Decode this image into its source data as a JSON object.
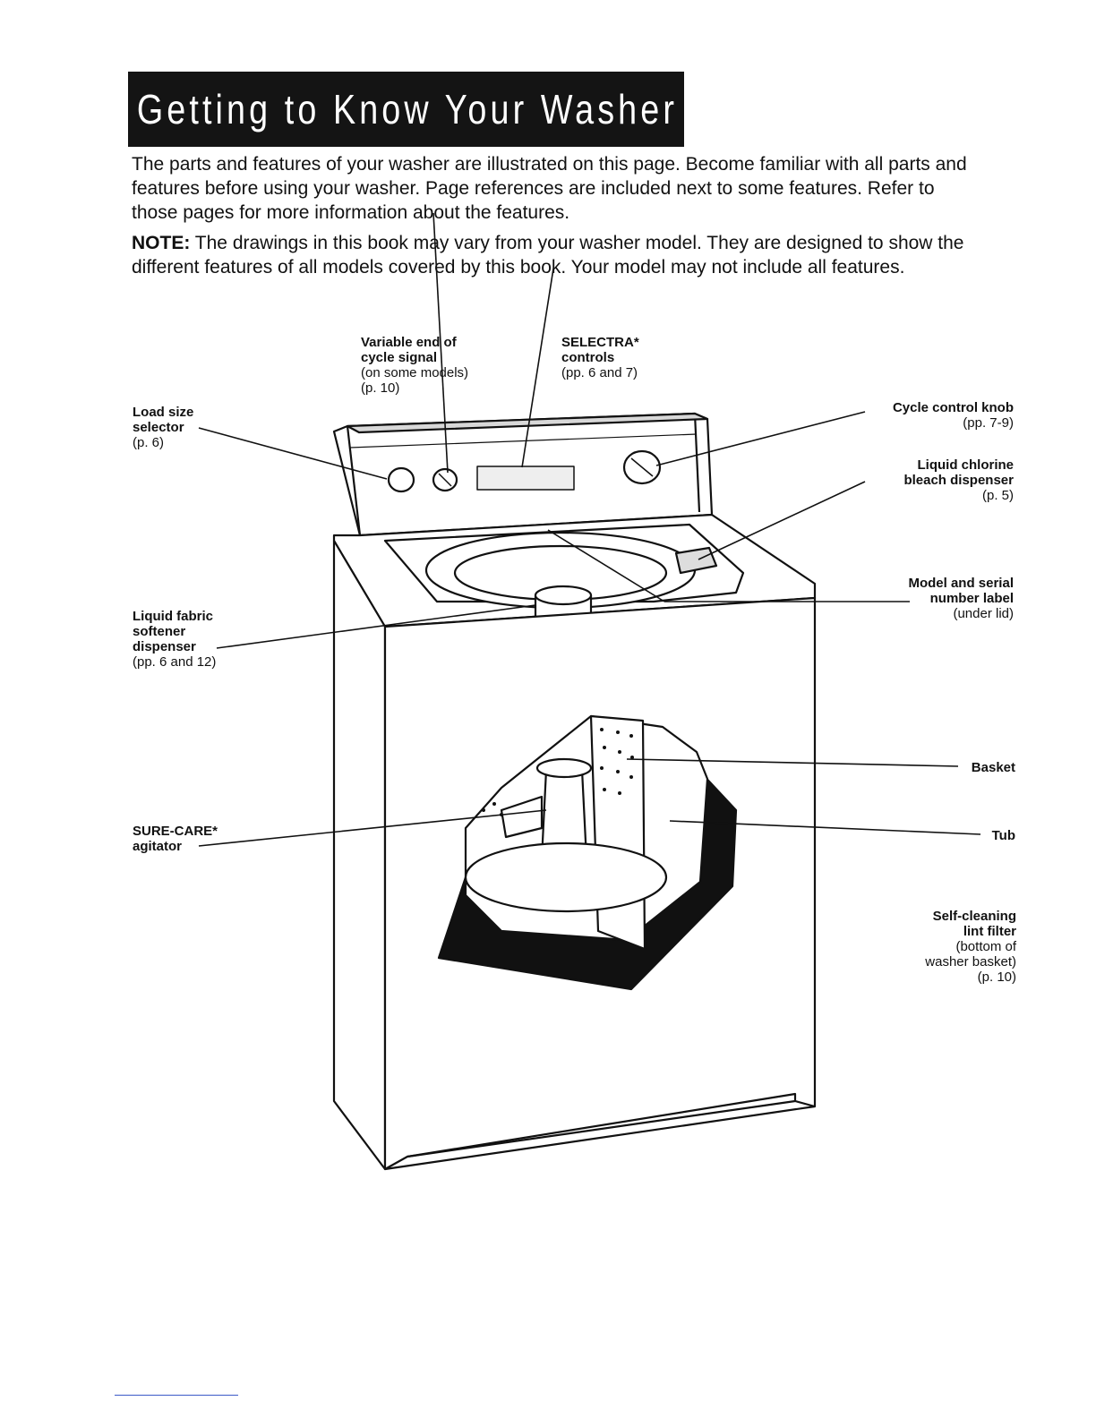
{
  "title": "Getting to Know Your Washer",
  "intro": "The parts and features of your washer are illustrated on this page. Become familiar with all parts and features before using your washer. Page references are included next to some features. Refer to those pages for more information about the features.",
  "note": {
    "label": "NOTE:",
    "text": "The drawings in this book may vary from your washer model. They are designed to show the different features of all models covered by this book. Your model may not include all features."
  },
  "labels": {
    "variable_signal": {
      "l1": "Variable end of",
      "l2": "cycle signal",
      "l3": "(on some models)",
      "l4": "(p. 10)"
    },
    "selectra": {
      "l1": "SELECTRA*",
      "l2": "controls",
      "l3": "(pp. 6 and 7)"
    },
    "load_size": {
      "l1": "Load size",
      "l2": "selector",
      "l3": "(p. 6)"
    },
    "cycle_knob": {
      "l1": "Cycle control knob",
      "l2": "(pp. 7-9)"
    },
    "bleach": {
      "l1": "Liquid chlorine",
      "l2": "bleach dispenser",
      "l3": "(p. 5)"
    },
    "model_serial": {
      "l1": "Model and serial",
      "l2": "number label",
      "l3": "(under lid)"
    },
    "softener": {
      "l1": "Liquid fabric",
      "l2": "softener",
      "l3": "dispenser",
      "l4": "(pp. 6 and 12)"
    },
    "basket": {
      "l1": "Basket"
    },
    "tub": {
      "l1": "Tub"
    },
    "agitator": {
      "l1": "SURE-CARE*",
      "l2": "agitator"
    },
    "lint_filter": {
      "l1": "Self-cleaning",
      "l2": "lint filter",
      "l3": "(bottom of",
      "l4": "washer basket)",
      "l5": "(p. 10)"
    }
  },
  "illustration": "washer"
}
